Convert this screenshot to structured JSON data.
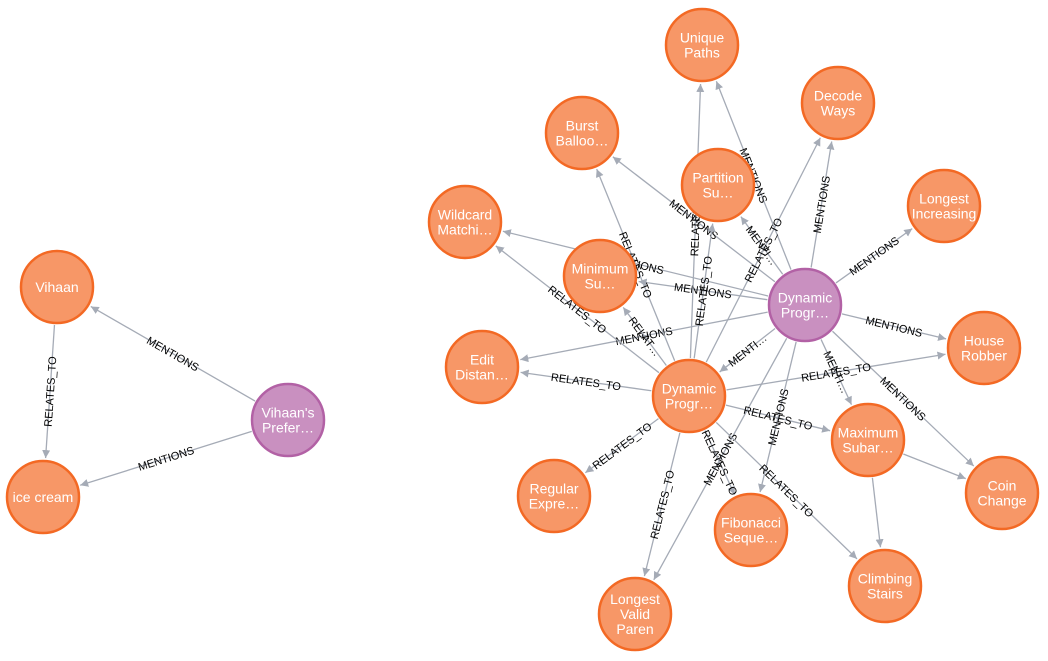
{
  "colors": {
    "concept_fill": "#f79767",
    "concept_stroke": "#f36924",
    "memory_fill": "#c990c0",
    "memory_stroke": "#b261a5",
    "edge": "#a5abb6",
    "label_text": "#ffffff"
  },
  "nodes": [
    {
      "id": "vihaan",
      "type": "concept",
      "lines": [
        "Vihaan"
      ]
    },
    {
      "id": "icecream",
      "type": "concept",
      "lines": [
        "ice cream"
      ]
    },
    {
      "id": "pref",
      "type": "memory",
      "lines": [
        "Vihaan's",
        "Prefer…"
      ]
    },
    {
      "id": "unique",
      "type": "concept",
      "lines": [
        "Unique",
        "Paths"
      ]
    },
    {
      "id": "decode",
      "type": "concept",
      "lines": [
        "Decode",
        "Ways"
      ]
    },
    {
      "id": "burst",
      "type": "concept",
      "lines": [
        "Burst",
        "Balloo…"
      ]
    },
    {
      "id": "partition",
      "type": "concept",
      "lines": [
        "Partition",
        "Su…"
      ]
    },
    {
      "id": "lis",
      "type": "concept",
      "lines": [
        "Longest",
        "Increasing"
      ]
    },
    {
      "id": "wildcard",
      "type": "concept",
      "lines": [
        "Wildcard",
        "Matchi…"
      ]
    },
    {
      "id": "minsum",
      "type": "concept",
      "lines": [
        "Minimum",
        "Su…"
      ]
    },
    {
      "id": "dp1",
      "type": "memory",
      "lines": [
        "Dynamic",
        "Progr…"
      ]
    },
    {
      "id": "house",
      "type": "concept",
      "lines": [
        "House",
        "Robber"
      ]
    },
    {
      "id": "edit",
      "type": "concept",
      "lines": [
        "Edit",
        "Distan…"
      ]
    },
    {
      "id": "dp2",
      "type": "concept",
      "lines": [
        "Dynamic",
        "Progr…"
      ]
    },
    {
      "id": "maxsub",
      "type": "concept",
      "lines": [
        "Maximum",
        "Subar…"
      ]
    },
    {
      "id": "coin",
      "type": "concept",
      "lines": [
        "Coin",
        "Change"
      ]
    },
    {
      "id": "regex",
      "type": "concept",
      "lines": [
        "Regular",
        "Expre…"
      ]
    },
    {
      "id": "fib",
      "type": "concept",
      "lines": [
        "Fibonacci",
        "Seque…"
      ]
    },
    {
      "id": "climb",
      "type": "concept",
      "lines": [
        "Climbing",
        "Stairs"
      ]
    },
    {
      "id": "lvp",
      "type": "concept",
      "lines": [
        "Longest",
        "Valid",
        "Paren"
      ]
    }
  ],
  "edges": [
    {
      "source": "pref",
      "target": "vihaan",
      "label": "MENTIONS"
    },
    {
      "source": "pref",
      "target": "icecream",
      "label": "MENTIONS"
    },
    {
      "source": "vihaan",
      "target": "icecream",
      "label": "RELATES_TO"
    },
    {
      "source": "dp1",
      "target": "unique",
      "label": "MENTIONS"
    },
    {
      "source": "dp1",
      "target": "decode",
      "label": "MENTIONS"
    },
    {
      "source": "dp1",
      "target": "burst",
      "label": "MENTIONS"
    },
    {
      "source": "dp1",
      "target": "partition",
      "label": "MENTI…"
    },
    {
      "source": "dp1",
      "target": "lis",
      "label": "MENTIONS"
    },
    {
      "source": "dp1",
      "target": "wildcard",
      "label": "MENTIONS"
    },
    {
      "source": "dp1",
      "target": "minsum",
      "label": "MENTIONS"
    },
    {
      "source": "dp1",
      "target": "house",
      "label": "MENTIONS"
    },
    {
      "source": "dp1",
      "target": "edit",
      "label": "MENTIONS"
    },
    {
      "source": "dp1",
      "target": "dp2",
      "label": "MENTI…"
    },
    {
      "source": "dp1",
      "target": "maxsub",
      "label": "MENTI…"
    },
    {
      "source": "dp1",
      "target": "coin",
      "label": "MENTIONS"
    },
    {
      "source": "dp1",
      "target": "fib",
      "label": "MENTIONS"
    },
    {
      "source": "dp1",
      "target": "lvp",
      "label": "MENTIONS"
    },
    {
      "source": "dp2",
      "target": "unique",
      "label": "RELATES_TO"
    },
    {
      "source": "dp2",
      "target": "burst",
      "label": "RELATES_TO"
    },
    {
      "source": "dp2",
      "target": "partition",
      "label": "RELATES_TO"
    },
    {
      "source": "dp2",
      "target": "decode",
      "label": "RELATES_TO"
    },
    {
      "source": "dp2",
      "target": "wildcard",
      "label": "RELATES_TO"
    },
    {
      "source": "dp2",
      "target": "minsum",
      "label": "RELAT…"
    },
    {
      "source": "dp2",
      "target": "edit",
      "label": "RELATES_TO"
    },
    {
      "source": "dp2",
      "target": "house",
      "label": "RELATES_TO"
    },
    {
      "source": "dp2",
      "target": "maxsub",
      "label": "RELATES_TO"
    },
    {
      "source": "dp2",
      "target": "regex",
      "label": "RELATES_TO"
    },
    {
      "source": "dp2",
      "target": "fib",
      "label": "RELATES_TO"
    },
    {
      "source": "dp2",
      "target": "climb",
      "label": "RELATES_TO"
    },
    {
      "source": "dp2",
      "target": "lvp",
      "label": "RELATES_TO"
    },
    {
      "source": "maxsub",
      "target": "coin",
      "label": ""
    },
    {
      "source": "maxsub",
      "target": "climb",
      "label": ""
    }
  ]
}
